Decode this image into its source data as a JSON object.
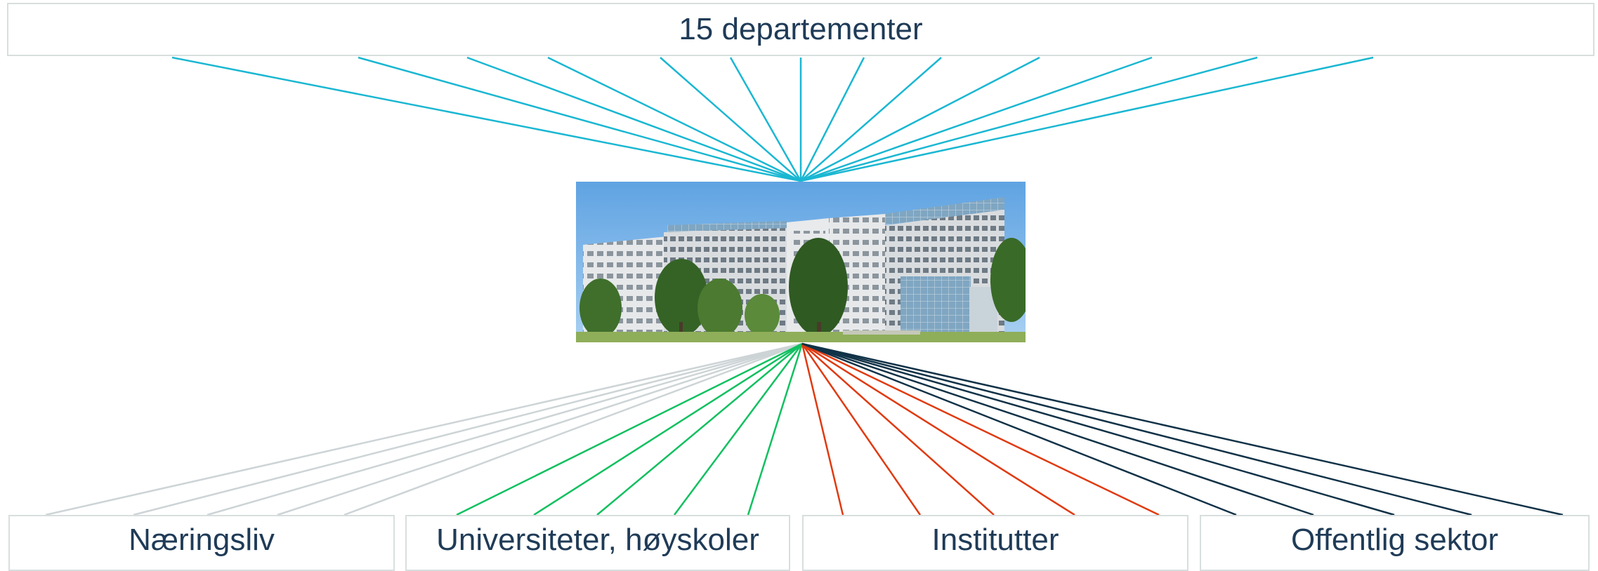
{
  "top_box": {
    "label": "15 departementer",
    "line_color": "#1ab7d2"
  },
  "center_image": {
    "depicts": "modern office building with trees and blue sky",
    "sky_color": "#6aaee8",
    "facade_color": "#e4e6e8",
    "tree_color": "#3e6e2a",
    "lawn_color": "#8fae5a"
  },
  "bottom_boxes": [
    {
      "label": "Næringsliv",
      "line_color": "#cdd4d6"
    },
    {
      "label": "Universiteter, høyskoler",
      "line_color": "#11c060"
    },
    {
      "label": "Institutter",
      "line_color": "#e03a10"
    },
    {
      "label": "Offentlig sektor",
      "line_color": "#113247"
    }
  ]
}
